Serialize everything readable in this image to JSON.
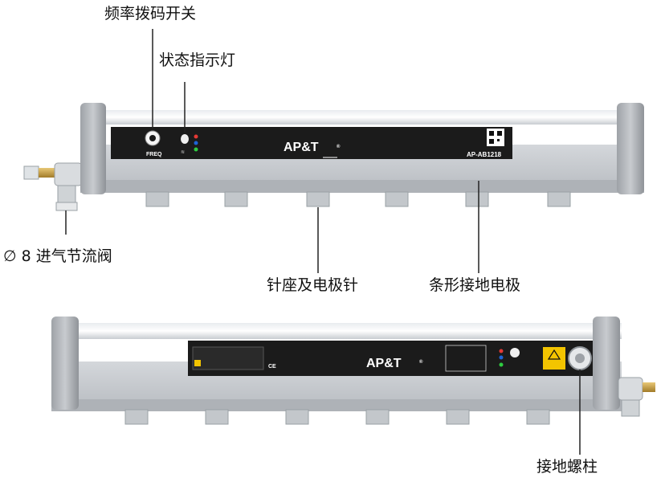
{
  "labels": {
    "freq_switch": "频率拨码开关",
    "status_light": "状态指示灯",
    "air_valve": "∅ 8 进气节流阀",
    "needle_seat": "针座及电极针",
    "ground_bar": "条形接地电极",
    "ground_post": "接地螺柱"
  },
  "device": {
    "brand": "AP&T",
    "brand_mark": "®",
    "model": "AP-AB1218",
    "freq_label": "FREQ",
    "ce_mark": "CE"
  },
  "colors": {
    "panel": "#1b1b1b",
    "body": "#c9cdd2",
    "indicator_red": "#e53935",
    "indicator_blue": "#1e63d6",
    "indicator_green": "#2ecc40",
    "warning_yellow": "#f3c400",
    "valve_brass": "#c9a24a"
  }
}
